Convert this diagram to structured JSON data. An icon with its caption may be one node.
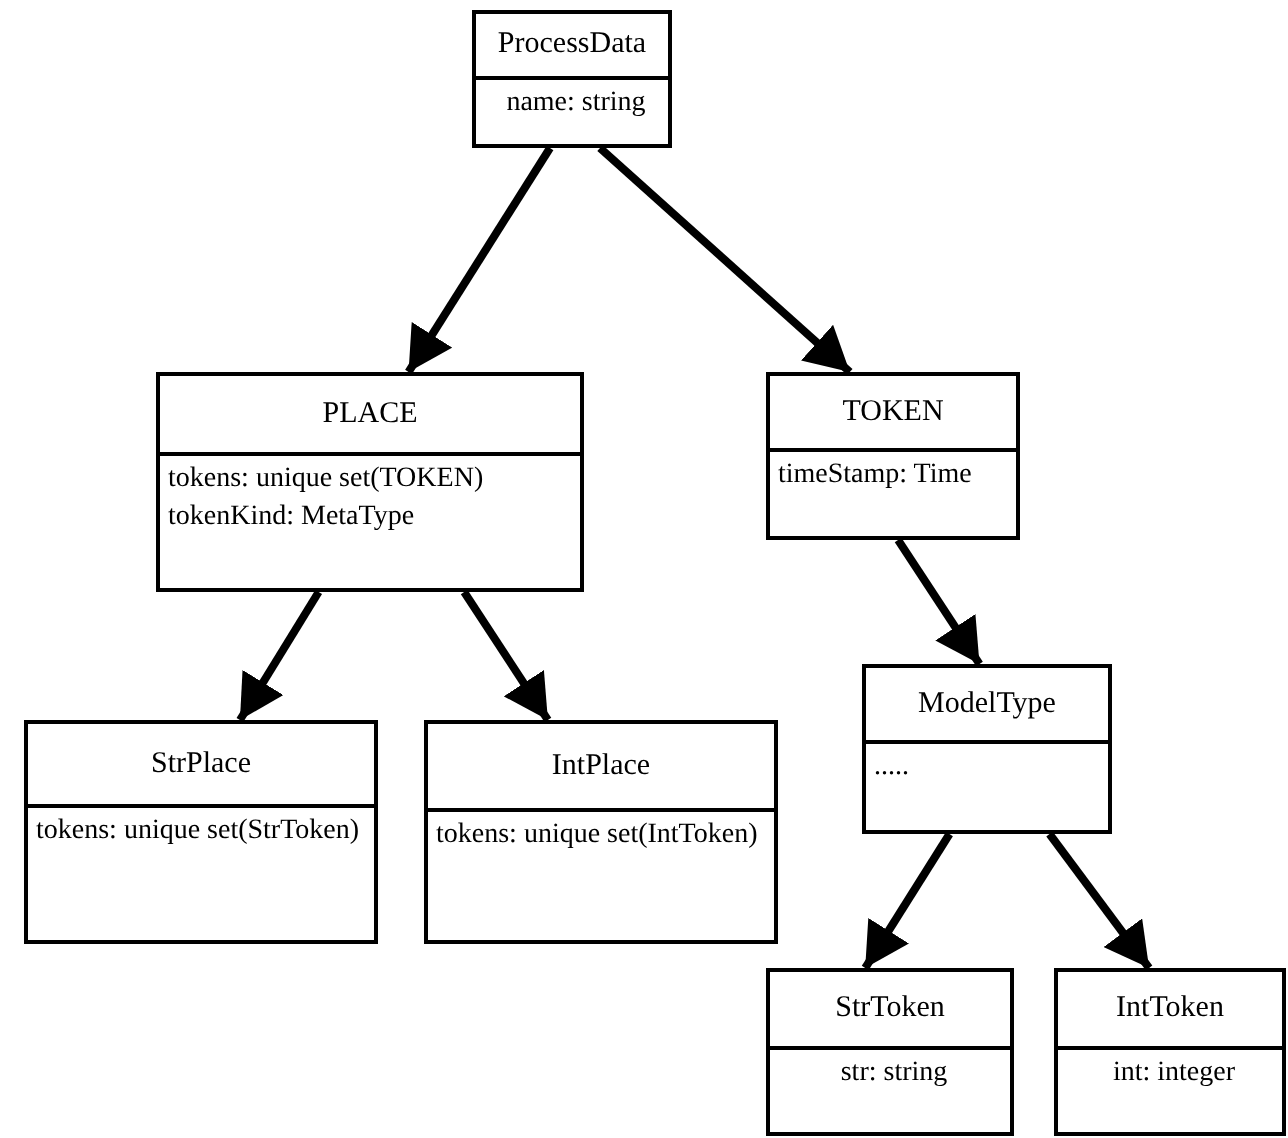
{
  "diagram": {
    "nodes": [
      {
        "text": [
          "ProcessData",
          "name: string"
        ]
      },
      {
        "text": [
          "PLACE",
          "tokens: unique set(TOKEN)",
          "tokenKind: MetaType"
        ]
      },
      {
        "text": [
          "StrPlace",
          "tokens: unique set(StrToken)"
        ]
      },
      {
        "text": [
          "IntPlace",
          "tokens: unique set(IntToken)"
        ]
      },
      {
        "text": [
          "TOKEN",
          "timeStamp: Time"
        ]
      },
      {
        "text": [
          "ModelType",
          "....."
        ]
      },
      {
        "text": [
          "StrToken",
          "str: string"
        ]
      },
      {
        "text": [
          "IntToken",
          "int: integer"
        ]
      }
    ],
    "edges": [
      {
        "from": 0,
        "to": 1,
        "arrow": "to"
      },
      {
        "from": 0,
        "to": 4,
        "arrow": "to"
      },
      {
        "from": 1,
        "to": 2,
        "arrow": "to"
      },
      {
        "from": 1,
        "to": 3,
        "arrow": "to"
      },
      {
        "from": 4,
        "to": 5,
        "arrow": "to"
      },
      {
        "from": 5,
        "to": 6,
        "arrow": "to"
      },
      {
        "from": 5,
        "to": 7,
        "arrow": "to"
      }
    ]
  }
}
